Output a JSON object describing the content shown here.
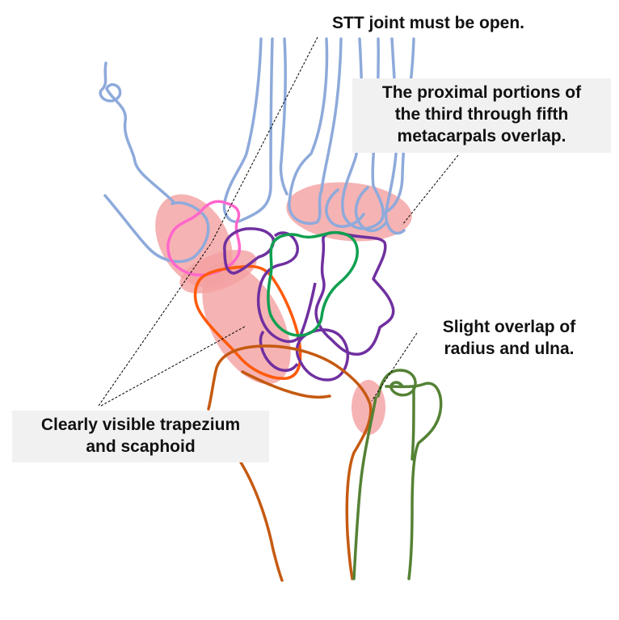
{
  "annotations": {
    "stt_joint": [
      "STT joint must be open."
    ],
    "metacarpals": [
      "The proximal portions of",
      "the third through fifth",
      "metacarpals overlap."
    ],
    "radius_ulna": [
      "Slight overlap of",
      "radius and ulna."
    ],
    "trapezium_scaphoid": [
      "Clearly visible trapezium",
      "and scaphoid"
    ]
  },
  "colors": {
    "metacarpal_outline": "#8eaadb",
    "highlight": "#f4a0a0",
    "trapezium_outline": "#ff66cc",
    "scaphoid_outline": "#ff5a0a",
    "carpal_outline": "#7030a0",
    "lunate_outline": "#10a050",
    "radius_outline": "#c55a11",
    "ulna_outline": "#548235",
    "leader_line": "#000000"
  }
}
